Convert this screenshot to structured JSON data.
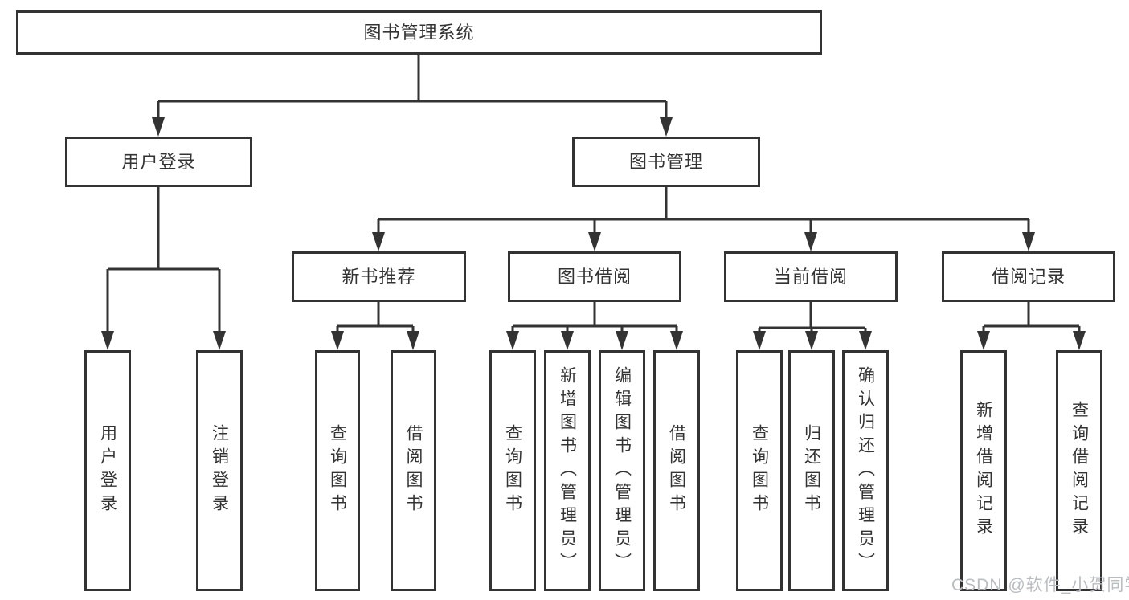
{
  "tree": {
    "root": {
      "label": "图书管理系统"
    },
    "branches": [
      {
        "label": "用户登录",
        "children": [
          "用户登录",
          "注销登录"
        ]
      },
      {
        "label": "图书管理"
      }
    ],
    "book_management_sections": [
      {
        "label": "新书推荐",
        "children": [
          "查询图书",
          "借阅图书"
        ]
      },
      {
        "label": "图书借阅",
        "children": [
          "查询图书",
          "新增图书（管理员）",
          "编辑图书（管理员）",
          "借阅图书"
        ]
      },
      {
        "label": "当前借阅",
        "children": [
          "查询图书",
          "归还图书",
          "确认归还（管理员）"
        ]
      },
      {
        "label": "借阅记录",
        "children": [
          "新增借阅记录",
          "查询借阅记录"
        ]
      }
    ]
  },
  "watermark": "CSDN @软件_小贺同学",
  "colors": {
    "line": "#333333",
    "text": "#333333",
    "watermark": "#b9bdc2",
    "background": "#ffffff"
  }
}
